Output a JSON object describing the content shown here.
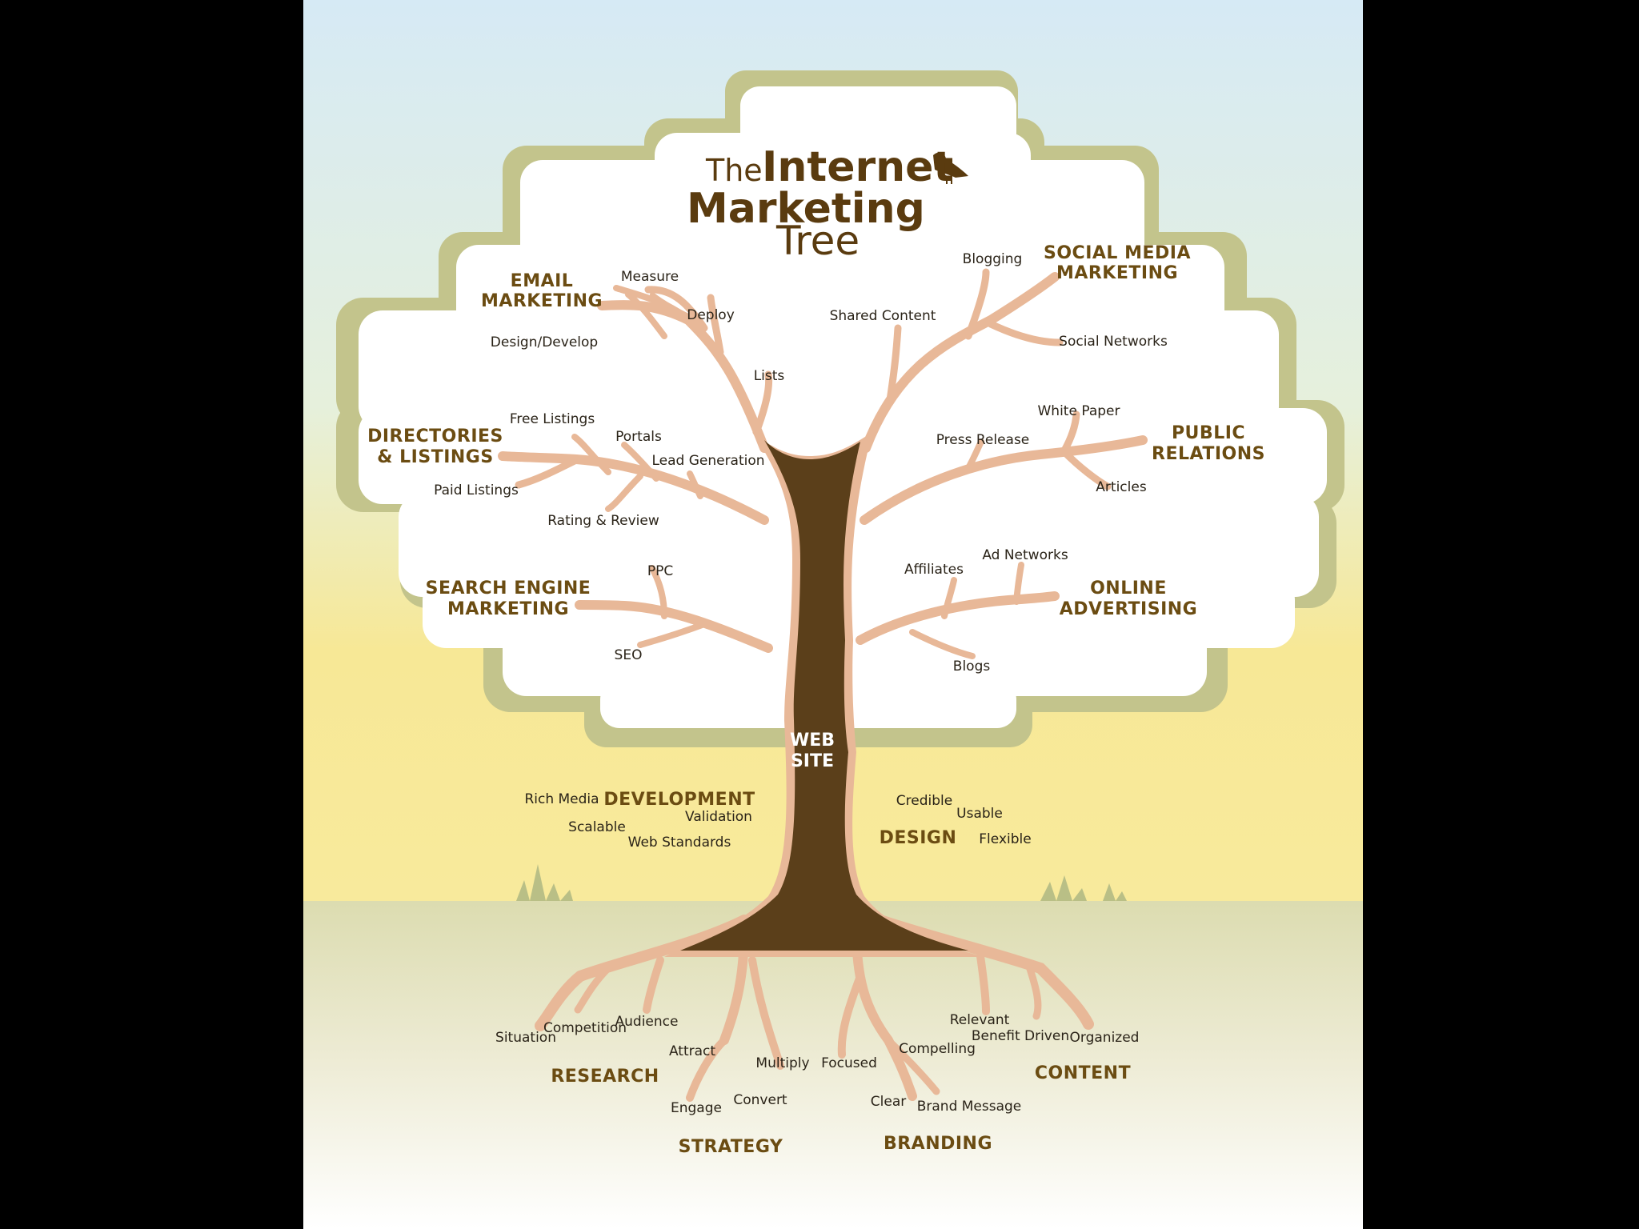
{
  "title": {
    "the": "The",
    "internet": "Internet",
    "marketing": "Marketing",
    "tree": "Tree"
  },
  "trunk": {
    "line1": "WEB",
    "line2": "SITE"
  },
  "categories": {
    "email": [
      "EMAIL",
      "MARKETING"
    ],
    "social": [
      "SOCIAL MEDIA",
      "MARKETING"
    ],
    "directories": [
      "DIRECTORIES",
      "& LISTINGS"
    ],
    "pr": [
      "PUBLIC",
      "RELATIONS"
    ],
    "sem": [
      "SEARCH ENGINE",
      "MARKETING"
    ],
    "online": [
      "ONLINE",
      "ADVERTISING"
    ],
    "development": "DEVELOPMENT",
    "design": "DESIGN",
    "research": "RESEARCH",
    "strategy": "STRATEGY",
    "branding": "BRANDING",
    "content": "CONTENT"
  },
  "labels": {
    "measure": "Measure",
    "deploy": "Deploy",
    "design_develop": "Design/Develop",
    "lists": "Lists",
    "shared_content": "Shared Content",
    "blogging": "Blogging",
    "social_networks": "Social Networks",
    "free_listings": "Free Listings",
    "portals": "Portals",
    "lead_generation": "Lead Generation",
    "paid_listings": "Paid Listings",
    "rating_review": "Rating & Review",
    "white_paper": "White Paper",
    "press_release": "Press Release",
    "articles": "Articles",
    "ppc": "PPC",
    "seo": "SEO",
    "affiliates": "Affiliates",
    "ad_networks": "Ad Networks",
    "blogs": "Blogs",
    "rich_media": "Rich Media",
    "validation": "Validation",
    "scalable": "Scalable",
    "web_standards": "Web Standards",
    "credible": "Credible",
    "usable": "Usable",
    "flexible": "Flexible",
    "situation": "Situation",
    "competition": "Competition",
    "audience": "Audience",
    "attract": "Attract",
    "multiply": "Multiply",
    "engage": "Engage",
    "convert": "Convert",
    "focused": "Focused",
    "compelling": "Compelling",
    "clear": "Clear",
    "brand_message": "Brand Message",
    "relevant": "Relevant",
    "benefit_driven": "Benefit Driven",
    "organized": "Organized"
  },
  "colors": {
    "sky_top": "#dcecf4",
    "sky_bottom": "#f6e79a",
    "ground": "#e8e4c0",
    "canopy_edge": "#c4c48a",
    "branch": "#e8b898",
    "trunk": "#5b3f1a",
    "category_text": "#6b4c12"
  }
}
